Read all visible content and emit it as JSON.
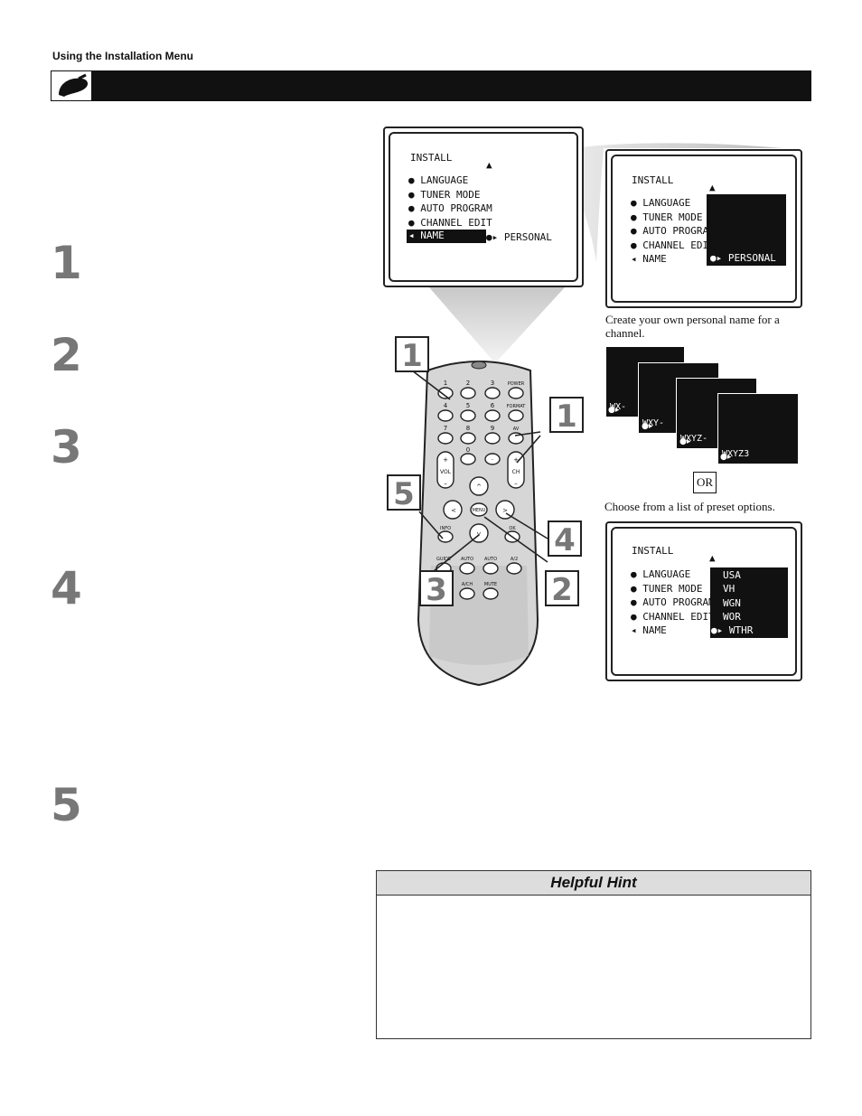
{
  "header": {
    "section_title": "Using the Installation Menu"
  },
  "steps": [
    "1",
    "2",
    "3",
    "4",
    "5"
  ],
  "screen_top": {
    "title": "INSTALL",
    "items": [
      "LANGUAGE",
      "TUNER MODE",
      "AUTO PROGRAM",
      "CHANNEL EDIT",
      "NAME"
    ],
    "name_value": "PERSONAL"
  },
  "screen_personal": {
    "title": "INSTALL",
    "items": [
      "LANGUAGE",
      "TUNER MODE",
      "AUTO PROGRAM",
      "CHANNEL EDIT",
      "NAME"
    ],
    "selected_value": "PERSONAL",
    "caption": "Create your own personal name for a channel."
  },
  "name_sequence": [
    "WX-",
    "WXY-",
    "WXYZ-",
    "WXYZ3"
  ],
  "or_label": "OR",
  "preset_caption": "Choose from a list of preset options.",
  "screen_preset": {
    "title": "INSTALL",
    "items": [
      "LANGUAGE",
      "TUNER MODE",
      "AUTO PROGRAM",
      "CHANNEL EDIT",
      "NAME"
    ],
    "options": [
      "USA",
      "VH",
      "WGN",
      "WOR",
      "WTHR"
    ]
  },
  "remote": {
    "digits": [
      "1",
      "2",
      "3",
      "4",
      "5",
      "6",
      "7",
      "8",
      "9",
      "0",
      "·"
    ],
    "labels": {
      "power": "POWER",
      "format": "FORMAT",
      "av": "AV",
      "vol": "VOL",
      "ch": "CH",
      "menu": "MENU",
      "ok": "OK",
      "guide": "GUIDE",
      "auto": "AUTO",
      "auto2": "AUTO",
      "a2": "A/2",
      "ach": "A/CH",
      "mute": "MUTE",
      "info": "INFO"
    }
  },
  "callouts": [
    "1",
    "1",
    "5",
    "4",
    "3",
    "2"
  ],
  "hint": {
    "title": "Helpful Hint"
  }
}
